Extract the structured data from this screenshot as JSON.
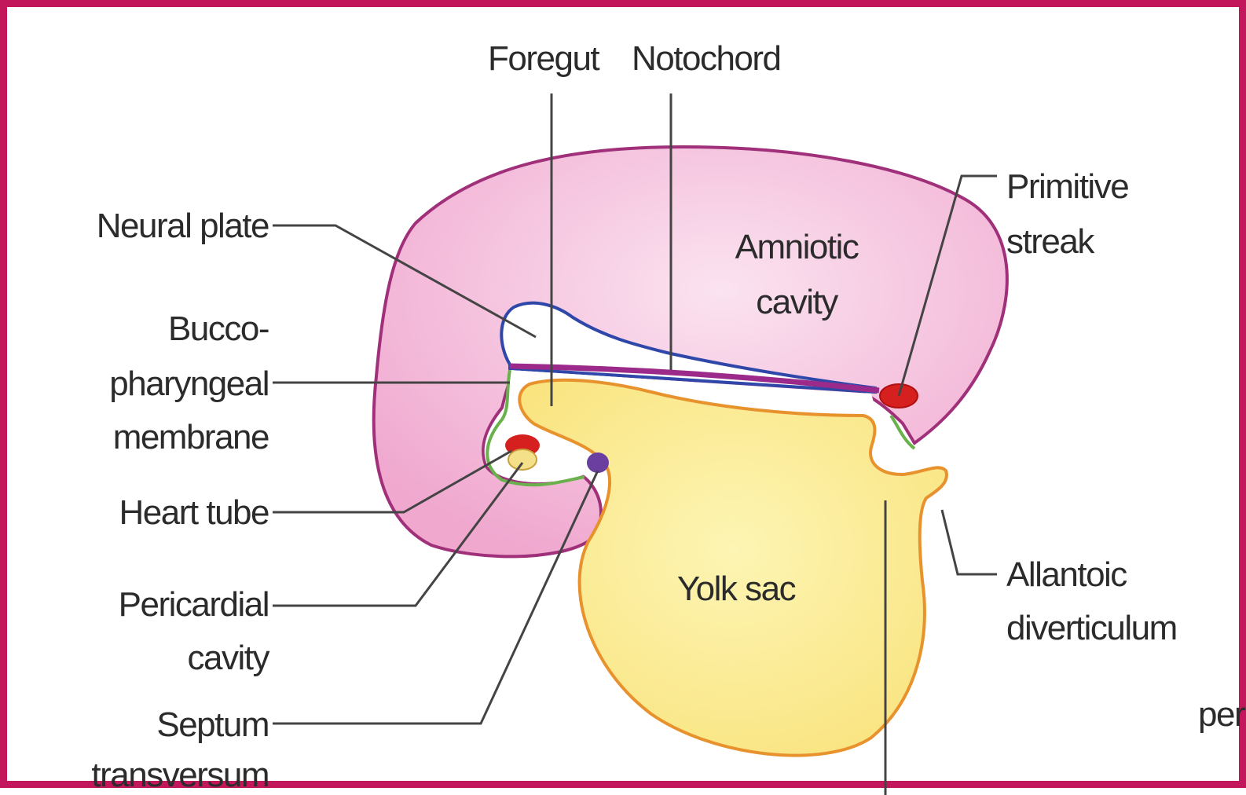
{
  "labels": {
    "foregut": "Foregut",
    "notochord": "Notochord",
    "neural_plate": "Neural plate",
    "primitive_streak_1": "Primitive",
    "primitive_streak_2": "streak",
    "amniotic_cavity_1": "Amniotic",
    "amniotic_cavity_2": "cavity",
    "buccopharyngeal_1": "Bucco-",
    "buccopharyngeal_2": "pharyngeal",
    "buccopharyngeal_3": "membrane",
    "heart_tube": "Heart tube",
    "pericardial_cavity_1": "Pericardial",
    "pericardial_cavity_2": "cavity",
    "septum_transversum_1": "Septum",
    "septum_transversum_2": "transversum",
    "yolk_sac": "Yolk sac",
    "allantoic_diverticulum_1": "Allantoic",
    "allantoic_diverticulum_2": "diverticulum",
    "cut_off_text": "per"
  },
  "colors": {
    "frame_border": "#c2185b",
    "amniotic_fill": "#f4b8d8",
    "amniotic_outline": "#a0307a",
    "yolk_fill": "#fbec8f",
    "yolk_outline": "#e8922e",
    "neural_outline": "#2f47a8",
    "notochord": "#9b2a8a",
    "membrane": "#6ab04c",
    "heart": "#d62020",
    "septum": "#6a3fa0"
  }
}
